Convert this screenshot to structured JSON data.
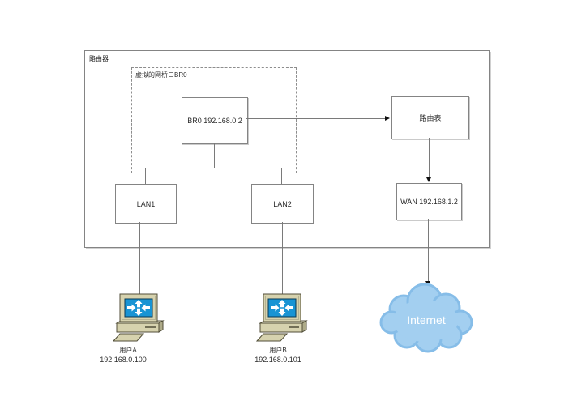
{
  "diagram": {
    "router_label": "路由器",
    "bridge_label": "虚拟的网桥口BR0",
    "nodes": {
      "br0": "BR0 192.168.0.2",
      "route_table": "路由表",
      "lan1": "LAN1",
      "lan2": "LAN2",
      "wan": "WAN 192.168.1.2",
      "internet": "Internet"
    },
    "hosts": [
      {
        "name": "用户A",
        "ip": "192.168.0.100"
      },
      {
        "name": "用户B",
        "ip": "192.168.0.101"
      }
    ],
    "icons": {
      "computer": "workstation-computer-icon",
      "cloud": "internet-cloud-icon",
      "arrowhead": "arrowhead-icon"
    },
    "colors": {
      "line": "#7a7a7a",
      "arrowhead": "#111111",
      "box_border": "#848484",
      "box_fill": "#ffffff",
      "cloud_fill": "#a3cff0",
      "cloud_stroke": "#86bde8",
      "screen_blue": "#1894d4",
      "device_beige": "#d6d2ae",
      "text": "#2b2b2b"
    }
  }
}
